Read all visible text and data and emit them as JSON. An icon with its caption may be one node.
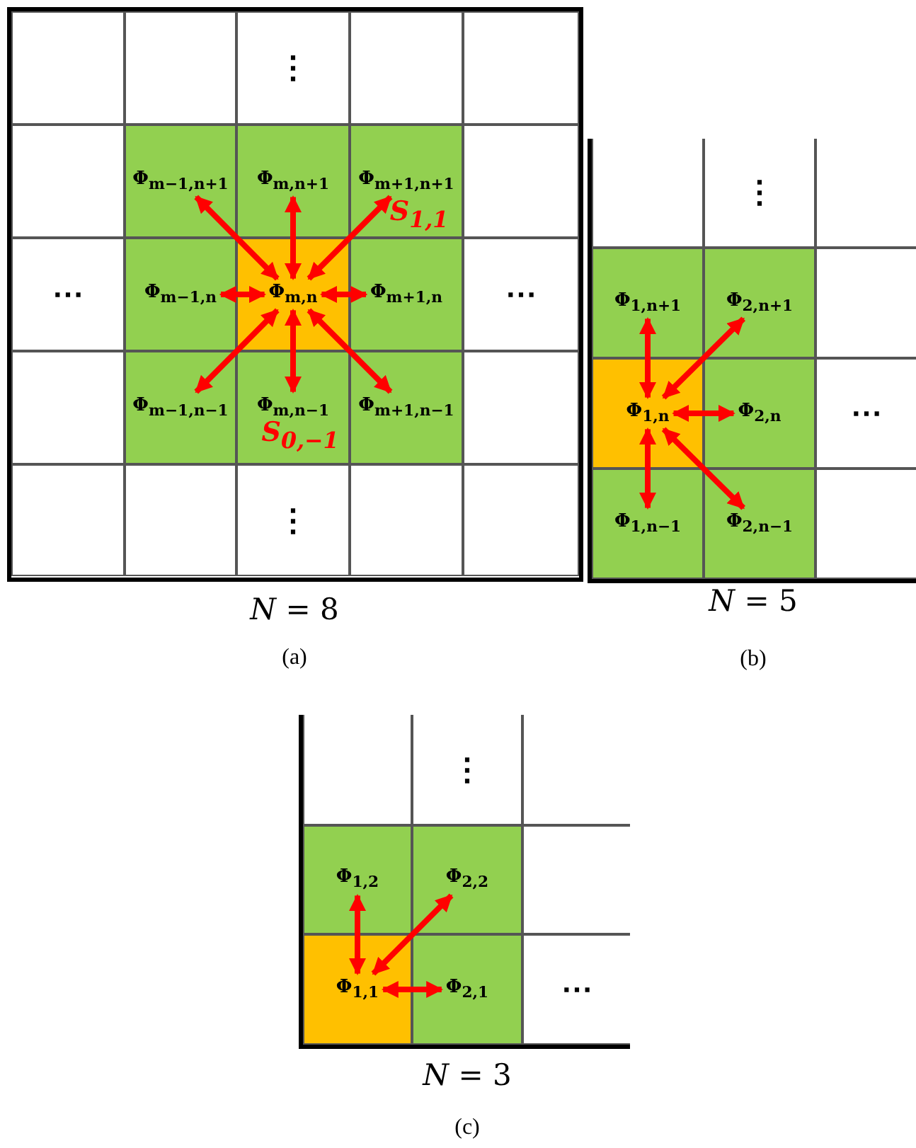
{
  "diagram": {
    "nodes": [
      {
        "text": [],
        "shape": "box"
      },
      {
        "text": [],
        "shape": "box"
      },
      {
        "text": [
          "⋮"
        ]
      },
      {
        "text": [],
        "shape": "box"
      },
      {
        "text": [],
        "shape": "box"
      },
      {
        "text": [],
        "shape": "box"
      },
      {
        "text": [
          "Φ$_{m−1,n+1}$"
        ]
      },
      {
        "text": [
          "Φ$_{m,n+1}$"
        ]
      },
      {
        "text": [
          "Φ$_{m+1,n+1}$"
        ]
      },
      {
        "text": [],
        "shape": "box"
      },
      {
        "text": [
          "⋯"
        ]
      },
      {
        "text": [
          "Φ$_{m−1,n}$"
        ]
      },
      {
        "text": [
          "Φ$_{m,n}$"
        ]
      },
      {
        "text": [
          "Φ$_{m+1,n}$"
        ]
      },
      {
        "text": [
          "⋯"
        ]
      },
      {
        "text": [],
        "shape": "box"
      },
      {
        "text": [
          "Φ$_{m−1,n−1}$"
        ]
      },
      {
        "text": [
          "Φ$_{m,n−1}$"
        ]
      },
      {
        "text": [
          "Φ$_{m+1,n−1}$"
        ]
      },
      {
        "text": [],
        "shape": "box"
      },
      {
        "text": [],
        "shape": "box"
      },
      {
        "text": [],
        "shape": "box"
      },
      {
        "text": [
          "⋮"
        ]
      },
      {
        "text": [],
        "shape": "box"
      },
      {
        "text": [],
        "shape": "box"
      },
      {
        "text": [],
        "shape": "box"
      },
      {
        "text": [
          "⋮"
        ]
      },
      {
        "text": [],
        "shape": "box"
      },
      {
        "text": [
          "Φ$_{1,n+1}$"
        ]
      },
      {
        "text": [
          "Φ$_{2,n+1}$"
        ]
      },
      {
        "text": [],
        "shape": "box"
      },
      {
        "text": [
          "Φ$_{1,n}$"
        ]
      },
      {
        "text": [
          "Φ$_{2,n}$"
        ]
      },
      {
        "text": [
          "⋯"
        ]
      },
      {
        "text": [
          "Φ$_{1,n−1}$"
        ]
      },
      {
        "text": [
          "Φ$_{2,n−1}$"
        ]
      },
      {
        "text": [],
        "shape": "box"
      },
      {
        "text": [],
        "shape": "box"
      },
      {
        "text": [
          "⋮"
        ]
      },
      {
        "text": [],
        "shape": "box"
      },
      {
        "text": [
          "Φ$_{1,2}$"
        ]
      },
      {
        "text": [
          "Φ$_{2,2}$"
        ]
      },
      {
        "text": [],
        "shape": "box"
      },
      {
        "text": [
          "Φ$_{1,1}$"
        ]
      },
      {
        "text": [
          "Φ$_{2,1}$"
        ]
      },
      {
        "text": [
          "⋯"
        ]
      }
    ],
    "edges": [
      {
        "from": 12,
        "to": 6,
        "arrow": "both"
      },
      {
        "from": 12,
        "to": 7,
        "arrow": "both"
      },
      {
        "from": 12,
        "to": 8,
        "arrow": "both"
      },
      {
        "from": 12,
        "to": 11,
        "arrow": "both"
      },
      {
        "from": 12,
        "to": 13,
        "arrow": "both"
      },
      {
        "from": 12,
        "to": 16,
        "arrow": "both"
      },
      {
        "from": 12,
        "to": 17,
        "arrow": "both"
      },
      {
        "from": 12,
        "to": 18,
        "arrow": "both"
      },
      {
        "from": 31,
        "to": 28,
        "arrow": "both"
      },
      {
        "from": 31,
        "to": 29,
        "arrow": "both"
      },
      {
        "from": 31,
        "to": 32,
        "arrow": "both"
      },
      {
        "from": 31,
        "to": 34,
        "arrow": "both"
      },
      {
        "from": 31,
        "to": 35,
        "arrow": "both"
      },
      {
        "from": 43,
        "to": 40,
        "arrow": "both"
      },
      {
        "from": 43,
        "to": 41,
        "arrow": "both"
      },
      {
        "from": 43,
        "to": 44,
        "arrow": "both"
      }
    ],
    "labels": [
      "S$_{1,1}$",
      "S$_{0,−1}$",
      "*N* = 8",
      "*N* = 5",
      "(a)",
      "(b)",
      "*N* = 3",
      "(c)"
    ]
  }
}
